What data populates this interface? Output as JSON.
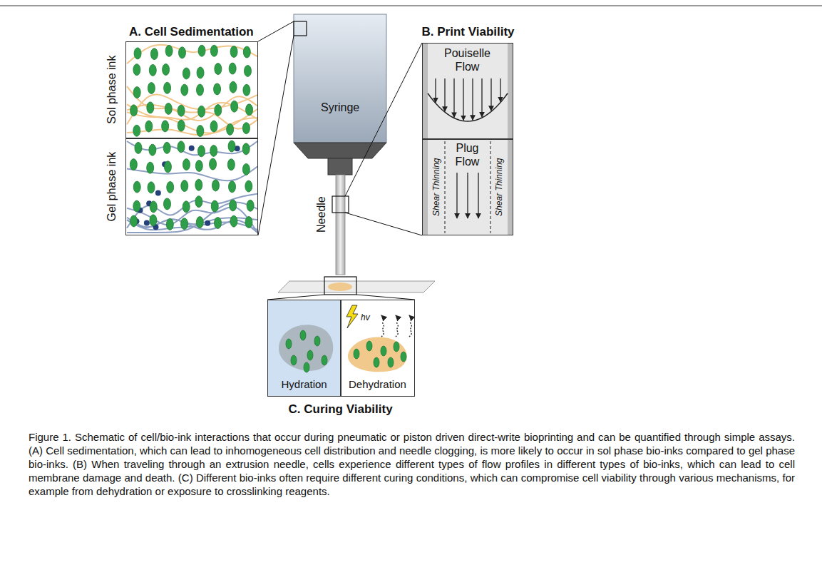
{
  "diagram": {
    "caption": "Figure 1. Schematic of cell/bio-ink interactions that occur during pneumatic or piston driven direct-write bioprinting and can be quantified through simple assays. (A) Cell sedimentation, which can lead to inhomogeneous cell distribution and needle clogging, is more likely to occur in sol phase bio-inks compared to gel phase bio-inks. (B) When traveling through an extrusion needle, cells experience different types of flow profiles in different types of bio-inks, which can lead to cell membrane damage and death. (C) Different bio-inks often require different curing conditions, which can compromise cell viability through various mechanisms, for example from dehydration or exposure to crosslinking reagents.",
    "nodes": [
      {
        "text": [
          "A. Cell Sedimentation"
        ]
      },
      {
        "text": [
          "Sol phase ink"
        ],
        "in": 0
      },
      {
        "text": [
          "Gel phase ink"
        ],
        "in": 0
      },
      {
        "text": [
          "Syringe"
        ]
      },
      {
        "text": [
          "Needle"
        ]
      },
      {
        "text": [
          "B. Print Viability"
        ]
      },
      {
        "text": [
          "Pouiselle Flow"
        ],
        "in": 5
      },
      {
        "text": [
          "Plug Flow",
          "Shear Thinning",
          "Shear Thinning"
        ],
        "in": 5
      },
      {
        "text": [
          "C. Curing Viability"
        ]
      },
      {
        "text": [
          "Hydration"
        ],
        "in": 8
      },
      {
        "text": [
          "Dehydration",
          "hv"
        ],
        "in": 8
      }
    ],
    "edges": [
      {
        "from": 3,
        "to": 0,
        "arrow": "none"
      },
      {
        "from": 4,
        "to": 5,
        "arrow": "none"
      }
    ]
  }
}
